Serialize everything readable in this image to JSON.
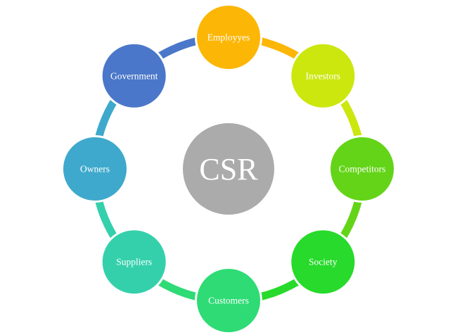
{
  "diagram": {
    "background": "#FFFFFF",
    "center": {
      "label": "CSR",
      "color": "#ABABAB",
      "text_color": "#FFFFFF"
    },
    "nodes": [
      {
        "id": "employyes",
        "label": "Employyes",
        "position": "top",
        "color": "#FCB606",
        "text_color": "#FFFFFF"
      },
      {
        "id": "investors",
        "label": "Investors",
        "position": "top-right",
        "color": "#CCE70E",
        "text_color": "#FFFFFF"
      },
      {
        "id": "competitors",
        "label": "Competitors",
        "position": "right",
        "color": "#63D417",
        "text_color": "#FFFFFF"
      },
      {
        "id": "society",
        "label": "Society",
        "position": "bottom-right",
        "color": "#27DA2B",
        "text_color": "#FFFFFF"
      },
      {
        "id": "customers",
        "label": "Customers",
        "position": "bottom",
        "color": "#2EDB75",
        "text_color": "#FFFFFF"
      },
      {
        "id": "suppliers",
        "label": "Suppliers",
        "position": "bottom-left",
        "color": "#34D0AC",
        "text_color": "#FFFFFF"
      },
      {
        "id": "owners",
        "label": "Owners",
        "position": "left",
        "color": "#3EA9CC",
        "text_color": "#FFFFFF"
      },
      {
        "id": "government",
        "label": "Government",
        "position": "top-left",
        "color": "#4A77C9",
        "text_color": "#FFFFFF"
      }
    ],
    "ring_segments": [
      {
        "from": "Employyes",
        "to": "Investors",
        "color": "#FCB606"
      },
      {
        "from": "Investors",
        "to": "Competitors",
        "color": "#CCE70E"
      },
      {
        "from": "Competitors",
        "to": "Society",
        "color": "#63D417"
      },
      {
        "from": "Society",
        "to": "Customers",
        "color": "#27DA2B"
      },
      {
        "from": "Customers",
        "to": "Suppliers",
        "color": "#2EDB75"
      },
      {
        "from": "Suppliers",
        "to": "Owners",
        "color": "#34D0AC"
      },
      {
        "from": "Owners",
        "to": "Government",
        "color": "#3EA9CC"
      },
      {
        "from": "Government",
        "to": "Employyes",
        "color": "#4A77C9"
      }
    ]
  }
}
